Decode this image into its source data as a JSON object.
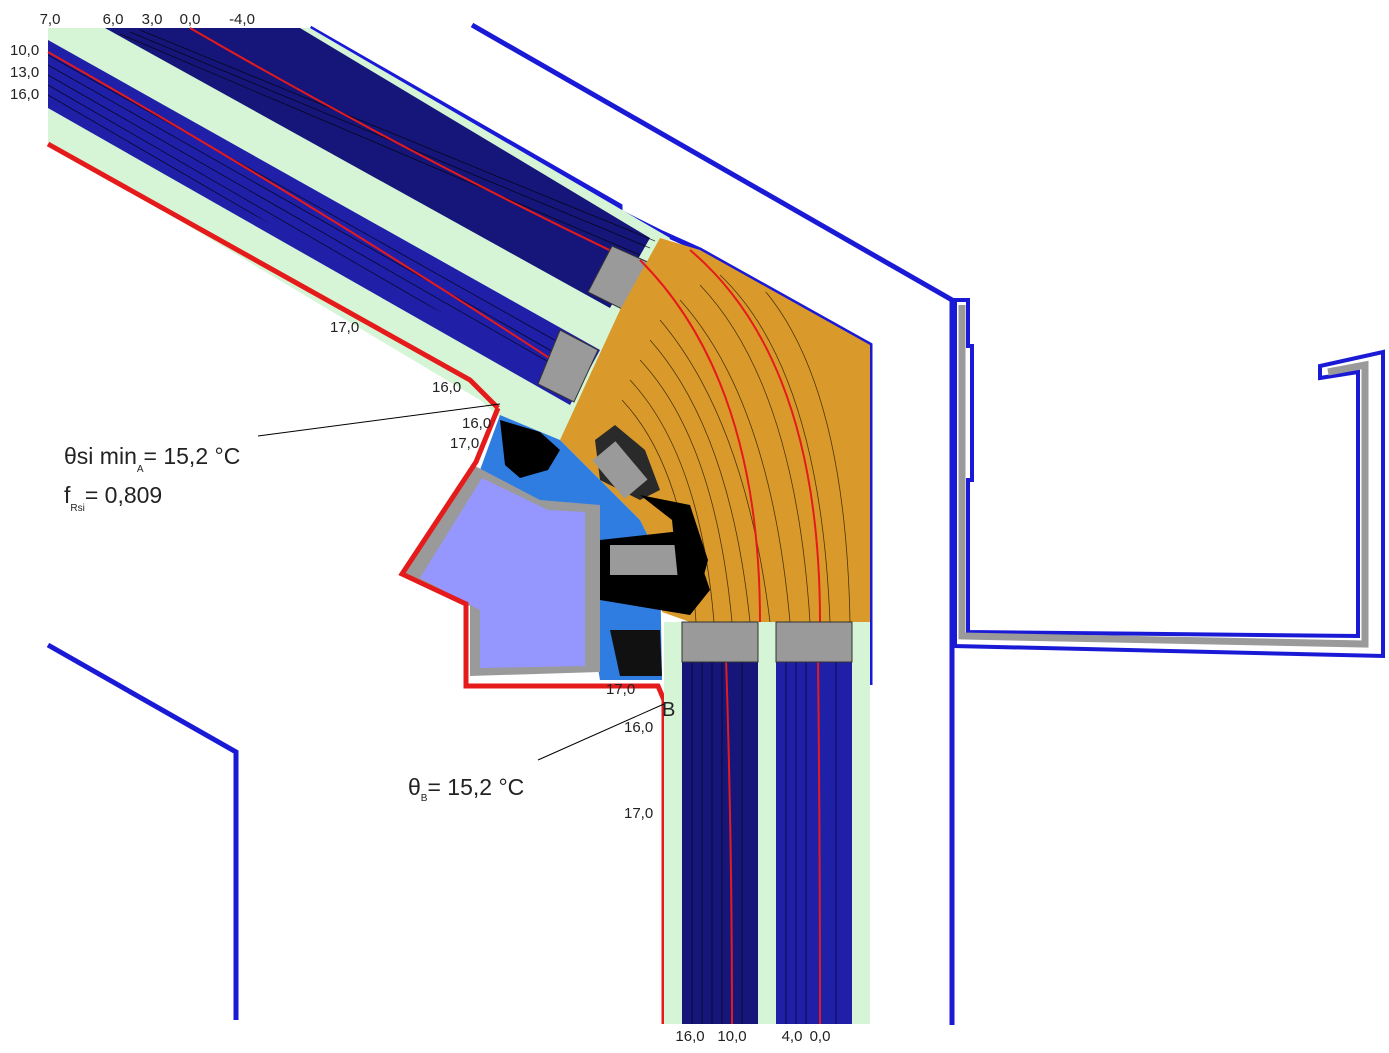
{
  "colors": {
    "frame_blue": "#1a1ad6",
    "warm_red": "#e51b1b",
    "pane_dark": "#16167a",
    "pane_mid": "#1f1fa8",
    "cavity_green": "#d6f5d6",
    "wood": "#d99a2b",
    "gasket_gray": "#9a9a9a",
    "steel_blue": "#2f7de0",
    "core_lavender": "#9696ff"
  },
  "top_scale": [
    "7,0",
    "6,0",
    "3,0",
    "0,0",
    "-4,0"
  ],
  "left_scale": [
    "10,0",
    "13,0",
    "16,0"
  ],
  "bottom_scale": [
    "16,0",
    "10,0",
    "4,0",
    "0,0"
  ],
  "isotherms": [
    "17,0",
    "16,0",
    "16,0",
    "17,0",
    "17,0",
    "16,0",
    "17,0"
  ],
  "annotation_a": {
    "theta": "θ",
    "main": "si min",
    "subscript": "A",
    "value": "= 15,2 °C"
  },
  "annotation_f": {
    "symbol": "f",
    "subscript": "Rsi",
    "value": "= 0,809"
  },
  "point_b": "B",
  "annotation_b": {
    "theta": "θ",
    "subscript": "B",
    "value": "= 15,2 °C"
  }
}
